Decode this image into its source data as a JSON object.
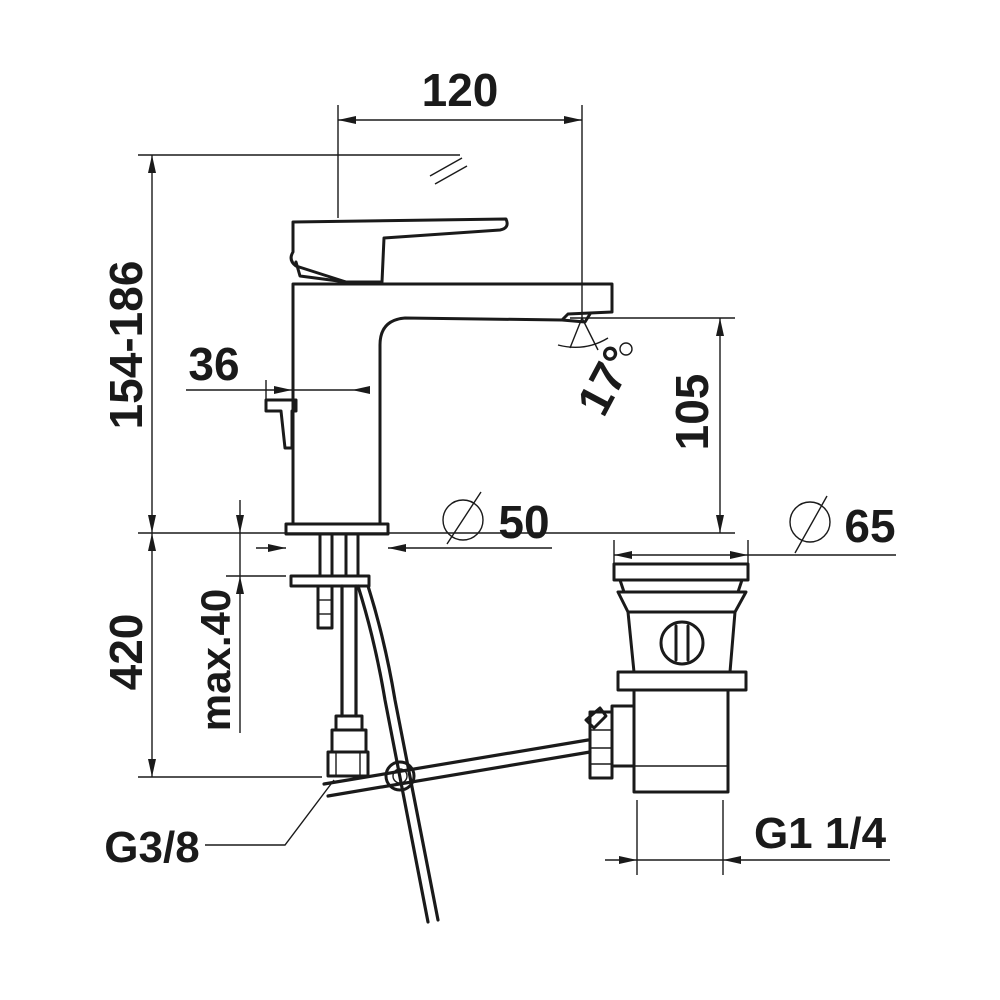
{
  "dimensions": {
    "width_spout": "120",
    "height_total": "154-186",
    "lever_offset": "36",
    "spout_angle": "17°",
    "spout_height": "105",
    "base_diameter_symbol": "⌀",
    "base_diameter": "50",
    "waste_diameter_symbol": "⌀",
    "waste_diameter": "65",
    "below_counter": "420",
    "deck_thickness": "max.40",
    "supply_thread": "G3/8",
    "waste_thread": "G1 1/4"
  },
  "colors": {
    "line": "#1a1a1a",
    "background": "#ffffff"
  }
}
